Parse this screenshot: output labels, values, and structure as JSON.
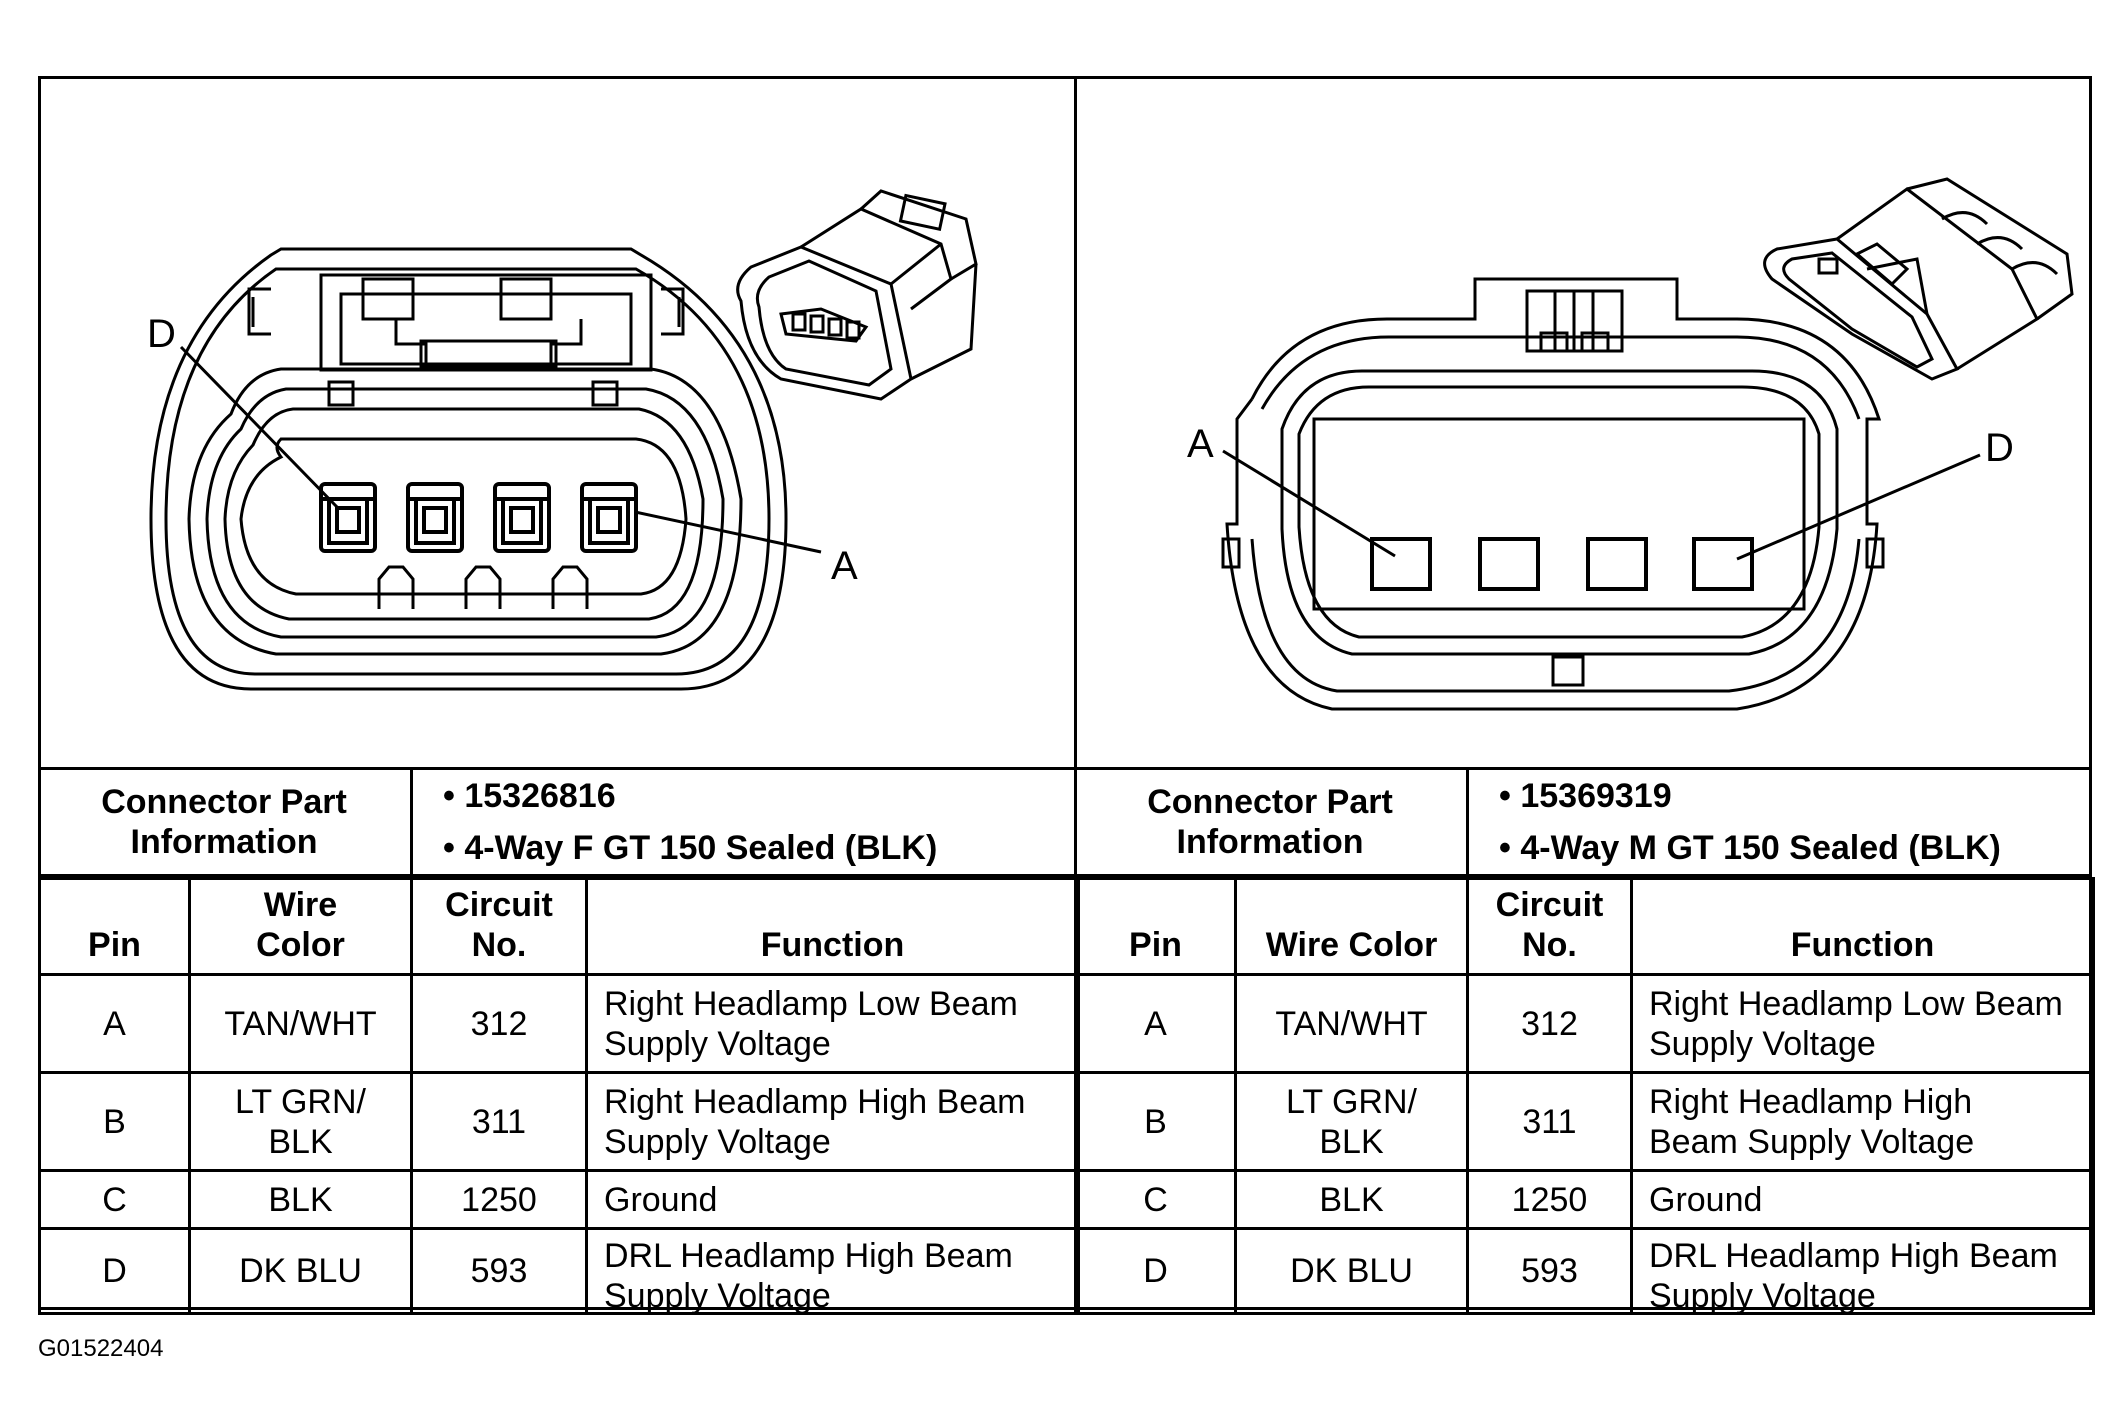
{
  "left": {
    "pin_labels": {
      "d": "D",
      "a": "A"
    },
    "connector_heading": "Connector Part\nInformation",
    "connector_lines": [
      "• 15326816",
      "• 4-Way F GT 150 Sealed (BLK)"
    ],
    "headers": {
      "pin": "Pin",
      "wire_color": "Wire\nColor",
      "circuit": "Circuit\nNo.",
      "function": "Function"
    },
    "rows": [
      {
        "pin": "A",
        "wire": "TAN/WHT",
        "circuit": "312",
        "function": "Right Headlamp Low Beam\nSupply Voltage"
      },
      {
        "pin": "B",
        "wire": "LT GRN/\nBLK",
        "circuit": "311",
        "function": "Right Headlamp High Beam\nSupply Voltage"
      },
      {
        "pin": "C",
        "wire": "BLK",
        "circuit": "1250",
        "function": "Ground"
      },
      {
        "pin": "D",
        "wire": "DK BLU",
        "circuit": "593",
        "function": "DRL Headlamp High Beam\nSupply Voltage"
      }
    ]
  },
  "right": {
    "pin_labels": {
      "a": "A",
      "d": "D"
    },
    "connector_heading": "Connector Part\nInformation",
    "connector_lines": [
      "• 15369319",
      "• 4-Way M GT 150 Sealed (BLK)"
    ],
    "headers": {
      "pin": "Pin",
      "wire_color": "Wire Color",
      "circuit": "Circuit\nNo.",
      "function": "Function"
    },
    "rows": [
      {
        "pin": "A",
        "wire": "TAN/WHT",
        "circuit": "312",
        "function": "Right Headlamp Low Beam\nSupply Voltage"
      },
      {
        "pin": "B",
        "wire": "LT GRN/\nBLK",
        "circuit": "311",
        "function": "Right Headlamp High\nBeam Supply Voltage"
      },
      {
        "pin": "C",
        "wire": "BLK",
        "circuit": "1250",
        "function": "Ground"
      },
      {
        "pin": "D",
        "wire": "DK BLU",
        "circuit": "593",
        "function": "DRL Headlamp High Beam\nSupply Voltage"
      }
    ]
  },
  "figure_id": "G01522404"
}
